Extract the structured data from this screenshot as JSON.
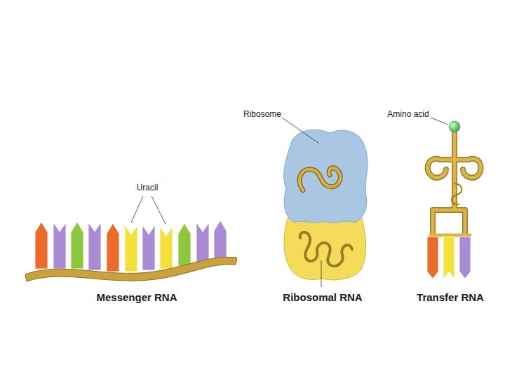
{
  "diagram": {
    "labels": [
      "Ribosome",
      "Amino acid",
      "Uracil",
      "Messenger RNA",
      "Ribosomal RNA",
      "Transfer RNA"
    ]
  }
}
